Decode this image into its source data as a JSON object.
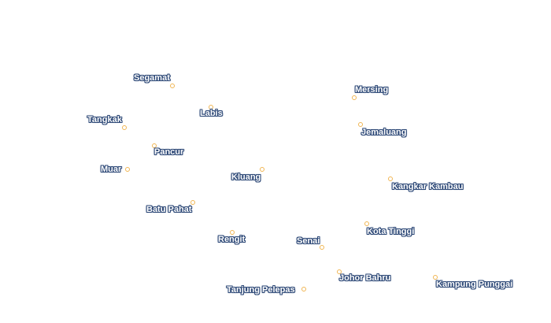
{
  "map": {
    "marker_color": "#f0b552",
    "label_halo_color": "#2f4a78",
    "label_text_color": "#ffffff",
    "places": [
      {
        "id": "segamat",
        "name": "Segamat"
      },
      {
        "id": "labis",
        "name": "Labis"
      },
      {
        "id": "tangkak",
        "name": "Tangkak"
      },
      {
        "id": "mersing",
        "name": "Mersing"
      },
      {
        "id": "jemaluang",
        "name": "Jemaluang"
      },
      {
        "id": "pancur",
        "name": "Pancur"
      },
      {
        "id": "muar",
        "name": "Muar"
      },
      {
        "id": "kluang",
        "name": "Kluang"
      },
      {
        "id": "kangkar-kambau",
        "name": "Kangkar Kambau"
      },
      {
        "id": "batu-pahat",
        "name": "Batu Pahat"
      },
      {
        "id": "kota-tinggi",
        "name": "Kota Tinggi"
      },
      {
        "id": "rengit",
        "name": "Rengit"
      },
      {
        "id": "senai",
        "name": "Senai"
      },
      {
        "id": "johor-bahru",
        "name": "Johor Bahru"
      },
      {
        "id": "kampung-punggai",
        "name": "Kampung Punggai"
      },
      {
        "id": "tanjung-pelepas",
        "name": "Tanjung Pelepas"
      }
    ]
  }
}
